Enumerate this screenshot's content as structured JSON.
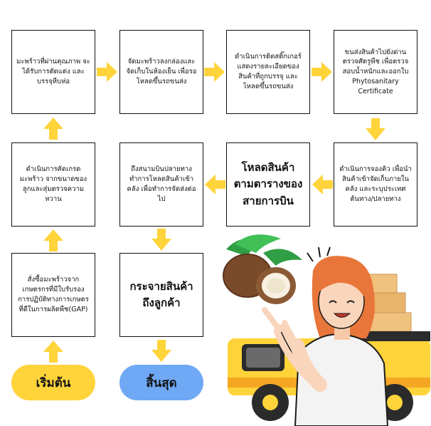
{
  "colors": {
    "arrow": "#ffd43b",
    "start_pill": "#ffd43b",
    "end_pill": "#6fa8f5",
    "box_border": "#111111"
  },
  "steps": {
    "s1": "มะพร้าวที่ผ่านคุณภาพ จะได้รับการตัดแต่ง และบรรจุหีบห่อ",
    "s2": "จัดมะพร้าวลงกล่องและ จัดเก็บในห้องเย็น เพื่อรอโหลดขึ้นรถขนส่ง",
    "s3": "ดำเนินการติดสติ๊กเกอร์ แสดงรายละเอียดของ สินค้าที่ถูกบรรจุ และ โหลดขึ้นรถขนส่ง",
    "s4": "ขนส่งสินค้าไปยังด่าน ตรวจศัตรูพืช เพื่อตรวจ สอบน้ำหนักและออกใบ Phytosanitary Certificate",
    "s5": "ดำเนินการคัดเกรด มะพร้าว จากขนาดของ ลูกและสุ่มตรวจความ หวาน",
    "s6": "ถึงสนามบินปลายทาง ทำการโหลดสินค้าเข้าคลัง เพื่อทำการจัดส่งต่อไป",
    "s7": "โหลดสินค้า ตามตารางของ สายการบิน",
    "s8": "ดำเนินการจองคิว เพื่อนำ สินค้าเข้าจัดเก็บภายใน คลัง และระบุประเทศ ต้นทาง/ปลายทาง",
    "s9": "สั่งซื้อมะพร้าวจาก เกษตรกรที่มีใบรับรอง การปฏิบัติทางการเกษตร ที่ดีในการผลิตพืช(GAP)",
    "s10": "กระจายสินค้า ถึงลูกค้า"
  },
  "start_label": "เริ่มต้น",
  "end_label": "สิ้นสุด",
  "illustration": {
    "subjects": [
      "coconut",
      "woman-pointing",
      "delivery-truck",
      "cardboard-boxes"
    ]
  }
}
